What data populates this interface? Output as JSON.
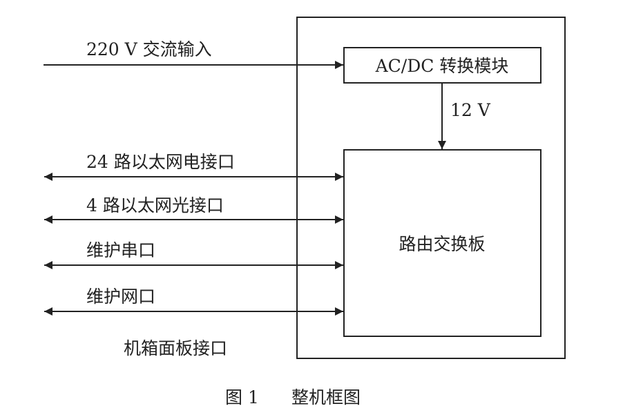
{
  "diagram": {
    "input_label": "220 V 交流输入",
    "acdc_label": "AC/DC 转换模块",
    "voltage_label": "12 V",
    "router_label": "路由交换板",
    "panel_label": "机箱面板接口",
    "interfaces": [
      "24 路以太网电接口",
      "4 路以太网光接口",
      "维护串口",
      "维护网口"
    ]
  },
  "caption": {
    "figure_number": "图 1",
    "title": "整机框图"
  }
}
